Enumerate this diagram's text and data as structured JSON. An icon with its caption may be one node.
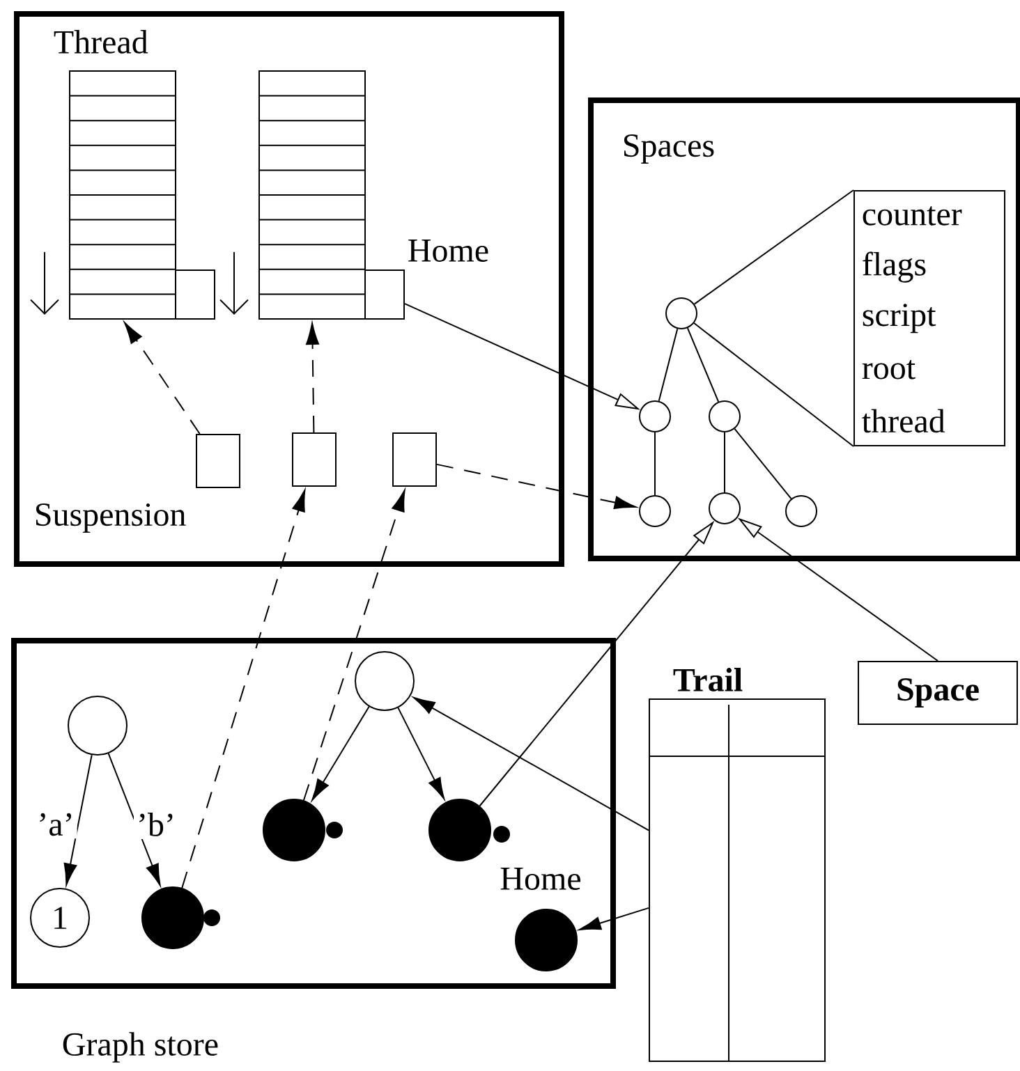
{
  "diagram": {
    "nodes": [
      {
        "text": [
          "Thread"
        ]
      },
      {
        "text": [],
        "shape": "box",
        "in": 0
      },
      {
        "text": [],
        "shape": "box",
        "in": 0
      },
      {
        "text": [],
        "shape": "box",
        "in": 0
      },
      {
        "text": [],
        "shape": "box",
        "in": 0,
        "beside": [
          "Home"
        ]
      },
      {
        "text": [],
        "shape": "box",
        "in": 0
      },
      {
        "text": [],
        "shape": "box",
        "in": 0
      },
      {
        "text": [],
        "shape": "box",
        "in": 0
      },
      {
        "text": [
          "Spaces"
        ]
      },
      {
        "text": [],
        "shape": "circle",
        "in": 8
      },
      {
        "text": [
          "counter",
          "flags",
          "script",
          "root",
          "thread"
        ],
        "in": 8
      },
      {
        "text": [],
        "shape": "circle",
        "in": 8
      },
      {
        "text": [],
        "shape": "circle",
        "in": 8
      },
      {
        "text": [],
        "shape": "circle",
        "in": 8
      },
      {
        "text": [],
        "shape": "circle",
        "in": 8
      },
      {
        "text": [],
        "shape": "circle",
        "in": 8
      },
      {
        "text": [
          "Graph store"
        ]
      },
      {
        "text": [],
        "shape": "circle",
        "in": 16
      },
      {
        "text": [
          "1"
        ],
        "in": 16
      },
      {
        "text": [],
        "shape": "circle",
        "in": 16
      },
      {
        "text": [],
        "shape": "circle",
        "in": 16
      },
      {
        "text": [],
        "shape": "circle",
        "in": 16
      },
      {
        "text": [],
        "shape": "circle",
        "in": 16
      },
      {
        "text": [],
        "shape": "circle",
        "in": 16,
        "beside": [
          "Home"
        ]
      },
      {
        "text": [
          "Trail"
        ]
      },
      {
        "text": [
          "Space"
        ]
      }
    ],
    "edges": [
      {
        "from": 5,
        "to": 1,
        "arrow": "to",
        "style": "dashed"
      },
      {
        "from": 6,
        "to": 3,
        "arrow": "to",
        "style": "dashed"
      },
      {
        "from": 4,
        "to": 11,
        "arrow": "to"
      },
      {
        "from": 7,
        "to": 13,
        "arrow": "to",
        "style": "dashed"
      },
      {
        "from": 19,
        "to": 6,
        "arrow": "to",
        "style": "dashed"
      },
      {
        "from": 21,
        "to": 7,
        "arrow": "to",
        "style": "dashed"
      },
      {
        "from": 9,
        "to": 10,
        "arrow": "none"
      },
      {
        "from": 9,
        "to": 10,
        "arrow": "none"
      },
      {
        "from": 9,
        "to": 11,
        "arrow": "none"
      },
      {
        "from": 9,
        "to": 12,
        "arrow": "none"
      },
      {
        "from": 11,
        "to": 13,
        "arrow": "none"
      },
      {
        "from": 12,
        "to": 14,
        "arrow": "none"
      },
      {
        "from": 12,
        "to": 15,
        "arrow": "none"
      },
      {
        "from": 22,
        "to": 14,
        "arrow": "to"
      },
      {
        "from": 25,
        "to": 14,
        "arrow": "to"
      },
      {
        "from": 17,
        "to": 18,
        "arrow": "to",
        "label": "’a’"
      },
      {
        "from": 17,
        "to": 19,
        "arrow": "to",
        "label": "’b’"
      },
      {
        "from": 20,
        "to": 21,
        "arrow": "to"
      },
      {
        "from": 20,
        "to": 22,
        "arrow": "to"
      },
      {
        "from": 24,
        "to": 20,
        "arrow": "to"
      },
      {
        "from": 24,
        "to": 23,
        "arrow": "to"
      }
    ],
    "labels": [
      "Suspension"
    ]
  }
}
